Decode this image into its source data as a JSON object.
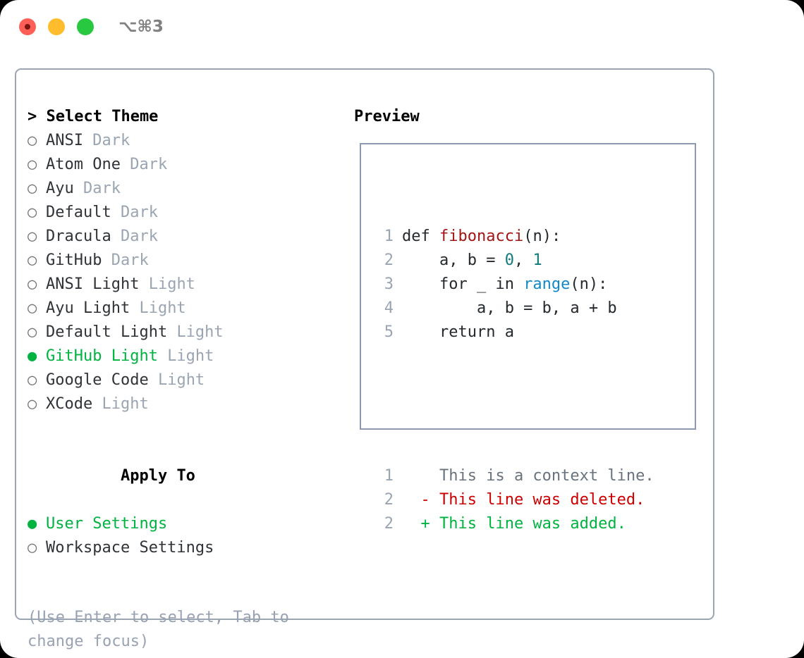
{
  "titlebar": {
    "shortcut": "⌥⌘3",
    "buttons": [
      {
        "name": "close",
        "color": "#ff5f57"
      },
      {
        "name": "minimize",
        "color": "#ffbd2e"
      },
      {
        "name": "maximize",
        "color": "#28c840"
      }
    ]
  },
  "theme_list": {
    "header": "> Select Theme",
    "items": [
      {
        "marker": "○",
        "name": "ANSI",
        "category": "Dark",
        "selected": false
      },
      {
        "marker": "○",
        "name": "Atom One",
        "category": "Dark",
        "selected": false
      },
      {
        "marker": "○",
        "name": "Ayu",
        "category": "Dark",
        "selected": false
      },
      {
        "marker": "○",
        "name": "Default",
        "category": "Dark",
        "selected": false
      },
      {
        "marker": "○",
        "name": "Dracula",
        "category": "Dark",
        "selected": false
      },
      {
        "marker": "○",
        "name": "GitHub",
        "category": "Dark",
        "selected": false
      },
      {
        "marker": "○",
        "name": "ANSI Light",
        "category": "Light",
        "selected": false
      },
      {
        "marker": "○",
        "name": "Ayu Light",
        "category": "Light",
        "selected": false
      },
      {
        "marker": "○",
        "name": "Default Light",
        "category": "Light",
        "selected": false
      },
      {
        "marker": "●",
        "name": "GitHub Light",
        "category": "Light",
        "selected": true
      },
      {
        "marker": "○",
        "name": "Google Code",
        "category": "Light",
        "selected": false
      },
      {
        "marker": "○",
        "name": "XCode",
        "category": "Light",
        "selected": false
      }
    ]
  },
  "apply_to": {
    "header": "Apply To",
    "items": [
      {
        "marker": "●",
        "name": "User Settings",
        "selected": true
      },
      {
        "marker": "○",
        "name": "Workspace Settings",
        "selected": false
      }
    ]
  },
  "hint": "(Use Enter to select, Tab to change focus)",
  "preview": {
    "title": "Preview",
    "code_lines": [
      {
        "no": "1",
        "tokens": [
          {
            "t": "def ",
            "c": "plain"
          },
          {
            "t": "fibonacci",
            "c": "fn"
          },
          {
            "t": "(n):",
            "c": "plain"
          }
        ]
      },
      {
        "no": "2",
        "tokens": [
          {
            "t": "    a, b = ",
            "c": "plain"
          },
          {
            "t": "0",
            "c": "num"
          },
          {
            "t": ", ",
            "c": "plain"
          },
          {
            "t": "1",
            "c": "num"
          }
        ]
      },
      {
        "no": "3",
        "tokens": [
          {
            "t": "    for _ in ",
            "c": "plain"
          },
          {
            "t": "range",
            "c": "builtin"
          },
          {
            "t": "(n):",
            "c": "plain"
          }
        ]
      },
      {
        "no": "4",
        "tokens": [
          {
            "t": "        a, b = b, a + b",
            "c": "plain"
          }
        ]
      },
      {
        "no": "5",
        "tokens": [
          {
            "t": "    return a",
            "c": "plain"
          }
        ]
      }
    ],
    "diff_lines": [
      {
        "no": "1",
        "sign": " ",
        "text": "This is a context line.",
        "kind": "ctx"
      },
      {
        "no": "2",
        "sign": "-",
        "text": "This line was deleted.",
        "kind": "del"
      },
      {
        "no": "2",
        "sign": "+",
        "text": "This line was added.",
        "kind": "add"
      }
    ]
  },
  "colors": {
    "accent_green": "#00b341",
    "muted": "#9aa5b1",
    "diff_delete": "#cc0000",
    "diff_add": "#00b341",
    "token_function": "#a31515",
    "token_number": "#0f7b7b",
    "token_builtin": "#1189c8",
    "panel_border": "#9aa5b1",
    "preview_border": "#8d99ae"
  }
}
